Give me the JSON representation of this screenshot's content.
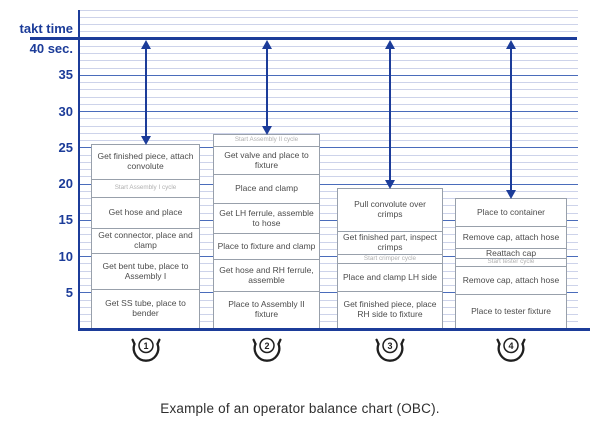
{
  "caption": {
    "text": "Example of an operator balance chart (OBC)."
  },
  "axis": {
    "takt_label_line1": "takt time",
    "takt_label_line2": "40 sec.",
    "unit": "sec"
  },
  "colors": {
    "navy": "#1c3c99",
    "grid_minor": "#cdd3ea",
    "grid_major": "#4a6cbb",
    "box_border": "#98a0ab",
    "task_text": "#4c4c4c",
    "note_text": "#b0b0b0",
    "icon": "#1f1f1f"
  },
  "chart_data": {
    "type": "bar",
    "subtype": "stacked-operator-balance",
    "title": "Example of an operator balance chart (OBC).",
    "takt_time_sec": 40,
    "y_axis": {
      "ticks": [
        35,
        30,
        25,
        20,
        15,
        10,
        5
      ],
      "max": 44,
      "grid_minor_step": 1,
      "grid_major_step": 5
    },
    "operators": [
      {
        "number": "1",
        "total_sec": 25.4,
        "segments_bottom_to_top": [
          {
            "label": "Get SS tube, place to bender",
            "sec": 5.4,
            "kind": "task"
          },
          {
            "label": "Get bent tube, place to Assembly I",
            "sec": 4.9,
            "kind": "task"
          },
          {
            "label": "Get connector, place and clamp",
            "sec": 3.5,
            "kind": "task"
          },
          {
            "label": "Get hose and place",
            "sec": 4.3,
            "kind": "task"
          },
          {
            "label": "Start Assembly I cycle",
            "sec": 2.5,
            "kind": "cycle-note"
          },
          {
            "label": "Get finished piece, attach convolute",
            "sec": 4.8,
            "kind": "task"
          }
        ]
      },
      {
        "number": "2",
        "total_sec": 26.8,
        "segments_bottom_to_top": [
          {
            "label": "Place to Assembly II fixture",
            "sec": 5.1,
            "kind": "task"
          },
          {
            "label": "Get hose and RH ferrule, assemble",
            "sec": 4.4,
            "kind": "task"
          },
          {
            "label": "Place to fixture and clamp",
            "sec": 3.6,
            "kind": "task"
          },
          {
            "label": "Get LH ferrule, assemble to hose",
            "sec": 4.1,
            "kind": "task"
          },
          {
            "label": "Place and clamp",
            "sec": 4.0,
            "kind": "task"
          },
          {
            "label": "Get valve and place to fixture",
            "sec": 3.9,
            "kind": "task"
          },
          {
            "label": "Start Assembly II cycle",
            "sec": 1.7,
            "kind": "cycle-note"
          }
        ]
      },
      {
        "number": "3",
        "total_sec": 19.3,
        "segments_bottom_to_top": [
          {
            "label": "Get finished piece, place RH side to fixture",
            "sec": 5.1,
            "kind": "task"
          },
          {
            "label": "Place and clamp LH side",
            "sec": 3.9,
            "kind": "task"
          },
          {
            "label": "Start crimper cycle",
            "sec": 1.2,
            "kind": "cycle-note"
          },
          {
            "label": "Get finished part, inspect crimps",
            "sec": 3.2,
            "kind": "task"
          },
          {
            "label": "Pull convolute over crimps",
            "sec": 5.9,
            "kind": "task"
          }
        ]
      },
      {
        "number": "4",
        "total_sec": 17.9,
        "segments_bottom_to_top": [
          {
            "label": "Place to tester fixture",
            "sec": 4.7,
            "kind": "task"
          },
          {
            "label": "Remove cap, attach hose",
            "sec": 3.9,
            "kind": "task"
          },
          {
            "label": "Start tester cycle",
            "sec": 1.1,
            "kind": "cycle-note"
          },
          {
            "label": "Reattach cap",
            "sec": 1.3,
            "kind": "task"
          },
          {
            "label": "Remove cap, attach hose",
            "sec": 3.1,
            "kind": "task"
          },
          {
            "label": "Place to container",
            "sec": 3.8,
            "kind": "task"
          }
        ]
      }
    ]
  }
}
